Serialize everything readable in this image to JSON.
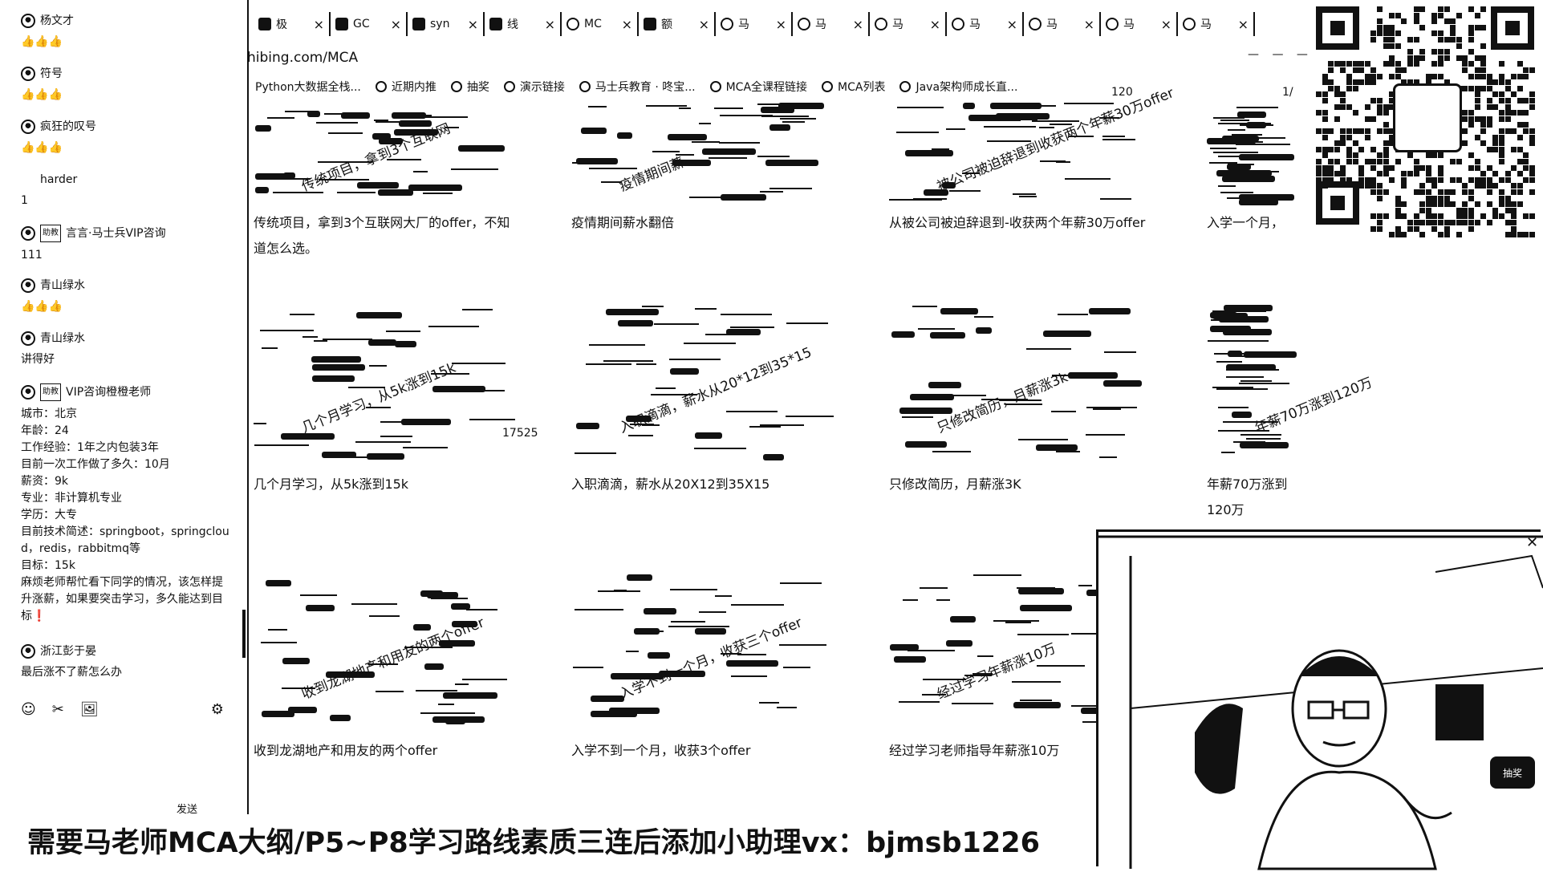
{
  "chat": {
    "messages": [
      {
        "user": "杨文才",
        "badge": "",
        "text": "👍👍👍"
      },
      {
        "user": "符号",
        "badge": "",
        "text": "👍👍👍"
      },
      {
        "user": "疯狂的叹号",
        "badge": "",
        "text": "👍👍👍"
      },
      {
        "user": "harder",
        "badge": "",
        "text": "1"
      },
      {
        "user": "言言·马士兵VIP咨询",
        "badge": "助教",
        "text": "111"
      },
      {
        "user": "青山绿水",
        "badge": "",
        "text": "👍👍👍"
      },
      {
        "user": "青山绿水",
        "badge": "",
        "text": "讲得好"
      },
      {
        "user": "VIP咨询橙橙老师",
        "badge": "助教",
        "text": "城市：北京\n年龄：24\n工作经验：1年之内包装3年\n目前一次工作做了多久：10月\n薪资：9k\n专业：非计算机专业\n学历：大专\n目前技术简述：springboot，springcloud，redis，rabbitmq等\n目标：15k\n麻烦老师帮忙看下同学的情况，该怎样提升涨薪，如果要突击学习，多久能达到目标❗"
      },
      {
        "user": "浙江彭于晏",
        "badge": "",
        "text": "最后涨不了薪怎么办"
      }
    ],
    "toolbar": {
      "emoji": "☺",
      "scissors": "✂",
      "image": "🖼",
      "settings": "⚙"
    },
    "send_label": "发送"
  },
  "tabs": [
    {
      "label": "极",
      "icon": "square"
    },
    {
      "label": "GC",
      "icon": "square"
    },
    {
      "label": "syn",
      "icon": "square"
    },
    {
      "label": "线",
      "icon": "square"
    },
    {
      "label": "MC",
      "icon": "globe"
    },
    {
      "label": "额",
      "icon": "square"
    },
    {
      "label": "马",
      "icon": "globe"
    },
    {
      "label": "马",
      "icon": "globe"
    },
    {
      "label": "马",
      "icon": "globe"
    },
    {
      "label": "马",
      "icon": "globe"
    },
    {
      "label": "马",
      "icon": "globe"
    },
    {
      "label": "马",
      "icon": "globe"
    },
    {
      "label": "马",
      "icon": "globe"
    }
  ],
  "address_bar": {
    "url": "hibing.com/MCA"
  },
  "bookmarks": [
    "Python大数据全栈...",
    "近期内推",
    "抽奖",
    "演示链接",
    "马士兵教育 · 咚宝...",
    "MCA全课程链接",
    "MCA列表",
    "Java架构师成长直..."
  ],
  "counter": "120",
  "page_indicator": "1/",
  "cards": [
    {
      "caption": "传统项目，拿到3个互联网大厂的offer，不知道怎么选。",
      "overlay": "传统项目，拿到3个互联网"
    },
    {
      "caption": "疫情期间薪水翻倍",
      "overlay": "疫情期间薪"
    },
    {
      "caption": "从被公司被迫辞退到-收获两个年薪30万offer",
      "overlay": "被公司被迫辞退到收获两个年薪30万offer"
    },
    {
      "caption": "入学一个月，",
      "overlay": ""
    },
    {
      "caption": "几个月学习，从5k涨到15k",
      "overlay": "几个月学习，从5k涨到15k",
      "extra": "17525"
    },
    {
      "caption": "入职滴滴，薪水从20X12到35X15",
      "overlay": "入职滴滴，薪水从20*12到35*15"
    },
    {
      "caption": "只修改简历，月薪涨3K",
      "overlay": "只修改简历，月薪涨3k"
    },
    {
      "caption": "年薪70万涨到120万",
      "overlay": "年薪70万涨到120万"
    },
    {
      "caption": "收到龙湖地产和用友的两个offer",
      "overlay": "收到龙湖地产和用友的两个offer"
    },
    {
      "caption": "入学不到一个月，收获3个offer",
      "overlay": "入学不到一个月，收获三个offer"
    },
    {
      "caption": "经过学习老师指导年薪涨10万",
      "overlay": "经过学习年薪涨10万"
    }
  ],
  "video": {
    "badge": "抽奖"
  },
  "banner": {
    "text": "需要马老师MCA大纲/P5~P8学习路线素质三连后添加小助理vx：bjmsb1226"
  }
}
